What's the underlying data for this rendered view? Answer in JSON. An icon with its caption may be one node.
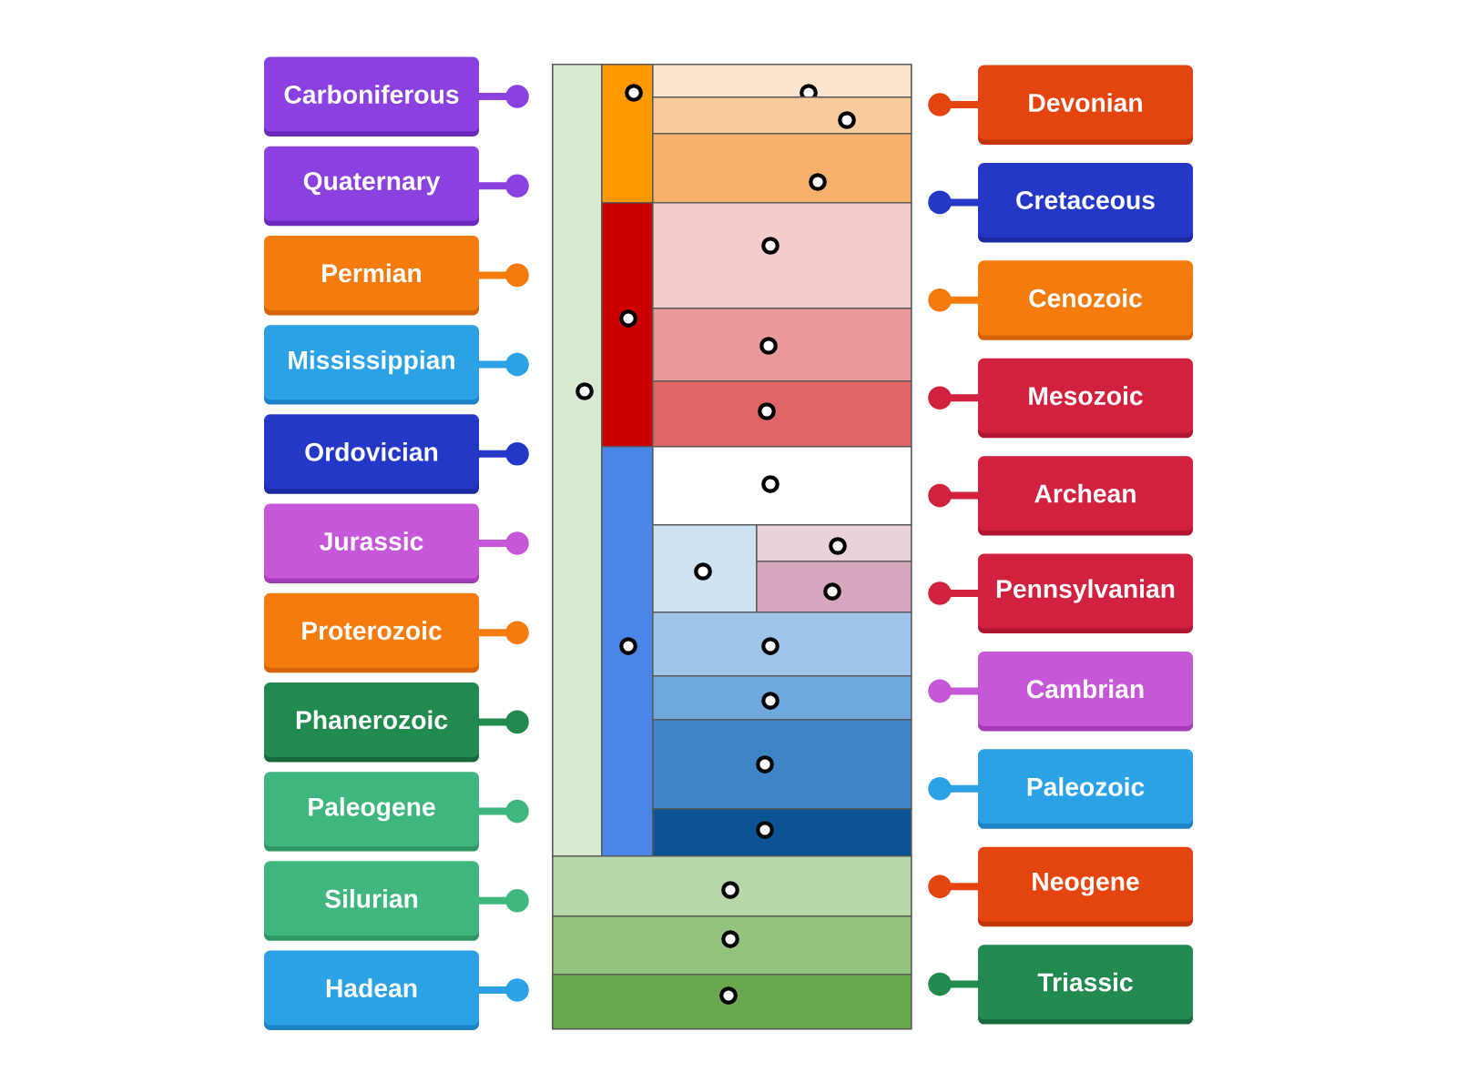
{
  "diagram": {
    "nodes": [
      {
        "text": [
          "Carboniferous"
        ]
      },
      {
        "text": [
          "Quaternary"
        ]
      },
      {
        "text": [
          "Permian"
        ]
      },
      {
        "text": [
          "Mississippian"
        ]
      },
      {
        "text": [
          "Ordovician"
        ]
      },
      {
        "text": [
          "Jurassic"
        ]
      },
      {
        "text": [
          "Proterozoic"
        ]
      },
      {
        "text": [
          "Phanerozoic"
        ]
      },
      {
        "text": [
          "Paleogene"
        ]
      },
      {
        "text": [
          "Silurian"
        ]
      },
      {
        "text": [
          "Hadean"
        ]
      },
      {
        "text": [
          "Devonian"
        ]
      },
      {
        "text": [
          "Cretaceous"
        ]
      },
      {
        "text": [
          "Cenozoic"
        ]
      },
      {
        "text": [
          "Mesozoic"
        ]
      },
      {
        "text": [
          "Archean"
        ]
      },
      {
        "text": [
          "Pennsylvanian"
        ]
      },
      {
        "text": [
          "Cambrian"
        ]
      },
      {
        "text": [
          "Paleozoic"
        ]
      },
      {
        "text": [
          "Neogene"
        ]
      },
      {
        "text": [
          "Triassic"
        ]
      },
      {
        "text": [],
        "shape": "box"
      },
      {
        "text": [],
        "shape": "box"
      },
      {
        "text": [],
        "shape": "box"
      },
      {
        "text": [],
        "shape": "box"
      },
      {
        "text": [],
        "shape": "box"
      },
      {
        "text": [],
        "shape": "box"
      },
      {
        "text": [],
        "shape": "box"
      },
      {
        "text": [],
        "shape": "box"
      },
      {
        "text": [],
        "shape": "box"
      },
      {
        "text": [],
        "shape": "box"
      },
      {
        "text": [],
        "shape": "box"
      },
      {
        "text": [],
        "shape": "box"
      },
      {
        "text": [],
        "shape": "box"
      },
      {
        "text": [],
        "shape": "box"
      },
      {
        "text": [],
        "shape": "box"
      },
      {
        "text": [],
        "shape": "box"
      },
      {
        "text": [],
        "shape": "box"
      },
      {
        "text": [],
        "shape": "box"
      },
      {
        "text": [],
        "shape": "box"
      },
      {
        "text": [],
        "shape": "box"
      },
      {
        "text": [],
        "shape": "box"
      }
    ]
  }
}
